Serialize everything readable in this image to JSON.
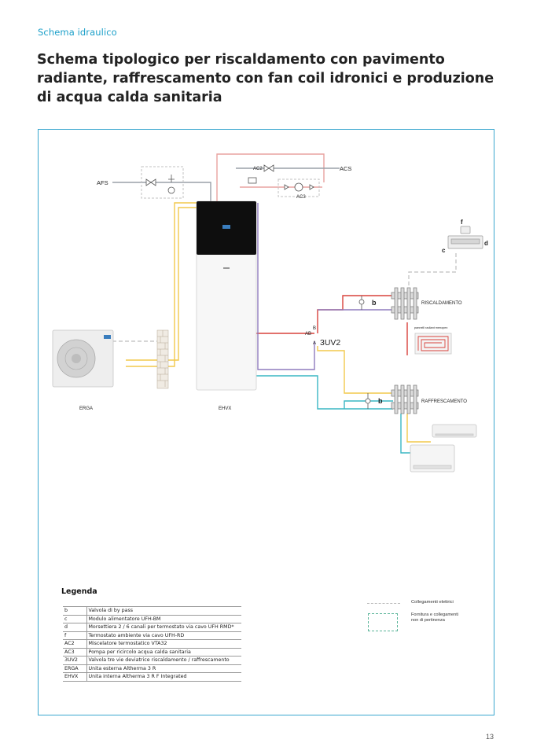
{
  "header": {
    "section": "Schema idraulico",
    "title": "Schema tipologico per riscaldamento con pavimento radiante, raffrescamento con fan coil idronici e produzione di acqua calda sanitaria"
  },
  "diagram": {
    "labels": {
      "afs": "AFS",
      "acs": "ACS",
      "ac2": "AC2",
      "ac3": "AC3",
      "ab": "AB",
      "b_valve": "B",
      "a_valve": "A",
      "uv2": "3UV2",
      "erga": "ERGA",
      "ehvx": "EHVX",
      "b1": "b",
      "b2": "b",
      "c": "c",
      "d": "d",
      "f": "f",
      "riscaldamento": "RISCALDAMENTO",
      "raffrescamento": "RAFFRESCAMENTO",
      "pannelli": "pannelli radiant menopex"
    },
    "colors": {
      "hot_red": "#d9423c",
      "pink": "#e8a3a0",
      "yellow": "#f2c94c",
      "purple": "#8f7bbd",
      "teal": "#3ab7c4",
      "grey": "#b8b8b8"
    }
  },
  "legend": {
    "title": "Legenda",
    "rows": [
      {
        "code": "b",
        "desc": "Valvola di by pass"
      },
      {
        "code": "c",
        "desc": "Modulo alimentatore UFH-BM"
      },
      {
        "code": "d",
        "desc": "Morsettiera 2 / 6 canali per termostato via cavo UFH RMD*"
      },
      {
        "code": "f",
        "desc": "Termostato ambiente via cavo UFH-RD"
      },
      {
        "code": "AC2",
        "desc": "Miscelatore termostatico VTA32"
      },
      {
        "code": "AC3",
        "desc": "Pompa per ricircolo acqua calda sanitaria"
      },
      {
        "code": "3UV2",
        "desc": "Valvola tre vie deviatrice riscaldamento / raffrescamento"
      },
      {
        "code": "ERGA",
        "desc": "Unita esterna Altherma 3 R"
      },
      {
        "code": "EHVX",
        "desc": "Unita interna Altherma 3 R F Integrated"
      }
    ],
    "electric_label": "Collegamenti elettrici",
    "supply_label": "Fornitura e collegamenti non di pertinenza"
  },
  "footer": {
    "page_number": "13"
  }
}
